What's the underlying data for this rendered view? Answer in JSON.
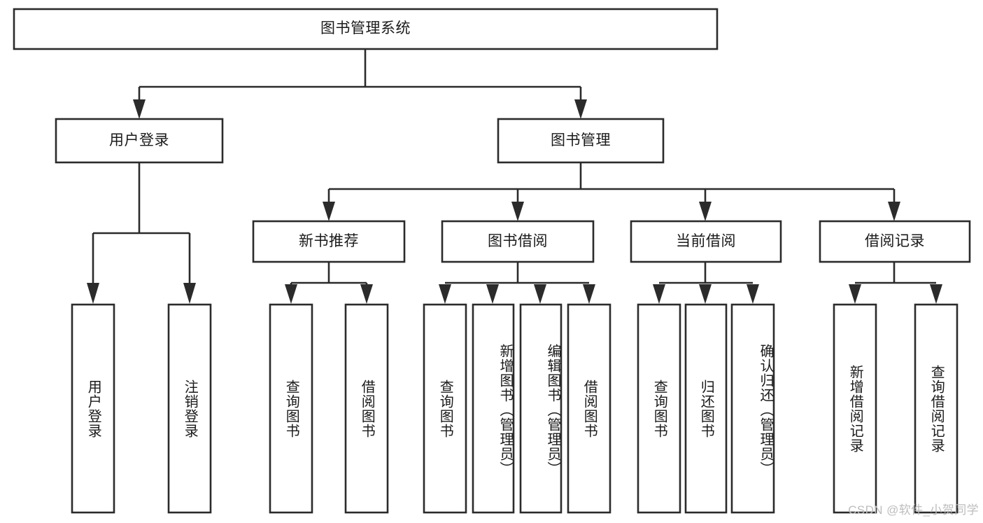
{
  "diagram": {
    "title": "图书管理系统",
    "watermark": "CSDN @软件_小贺同学",
    "colors": {
      "stroke": "#2b2b2b",
      "box_fill": "#ffffff",
      "text": "#1a1a1a",
      "background": "#ffffff",
      "watermark": "#bdbdbd"
    },
    "root": {
      "label": "图书管理系统"
    },
    "level2": [
      {
        "label": "用户登录"
      },
      {
        "label": "图书管理"
      }
    ],
    "level3": [
      {
        "label": "新书推荐"
      },
      {
        "label": "图书借阅"
      },
      {
        "label": "当前借阅"
      },
      {
        "label": "借阅记录"
      }
    ],
    "leaves": {
      "user_login": [
        {
          "label": "用户登录"
        },
        {
          "label": "注销登录"
        }
      ],
      "new_book": [
        {
          "label": "查询图书"
        },
        {
          "label": "借阅图书"
        }
      ],
      "book_borrow": [
        {
          "label": "查询图书"
        },
        {
          "label": "新增图书（管理员）"
        },
        {
          "label": "编辑图书（管理员）"
        },
        {
          "label": "借阅图书"
        }
      ],
      "current_borrow": [
        {
          "label": "查询图书"
        },
        {
          "label": "归还图书"
        },
        {
          "label": "确认归还（管理员）"
        }
      ],
      "borrow_record": [
        {
          "label": "新增借阅记录"
        },
        {
          "label": "查询借阅记录"
        }
      ]
    }
  }
}
